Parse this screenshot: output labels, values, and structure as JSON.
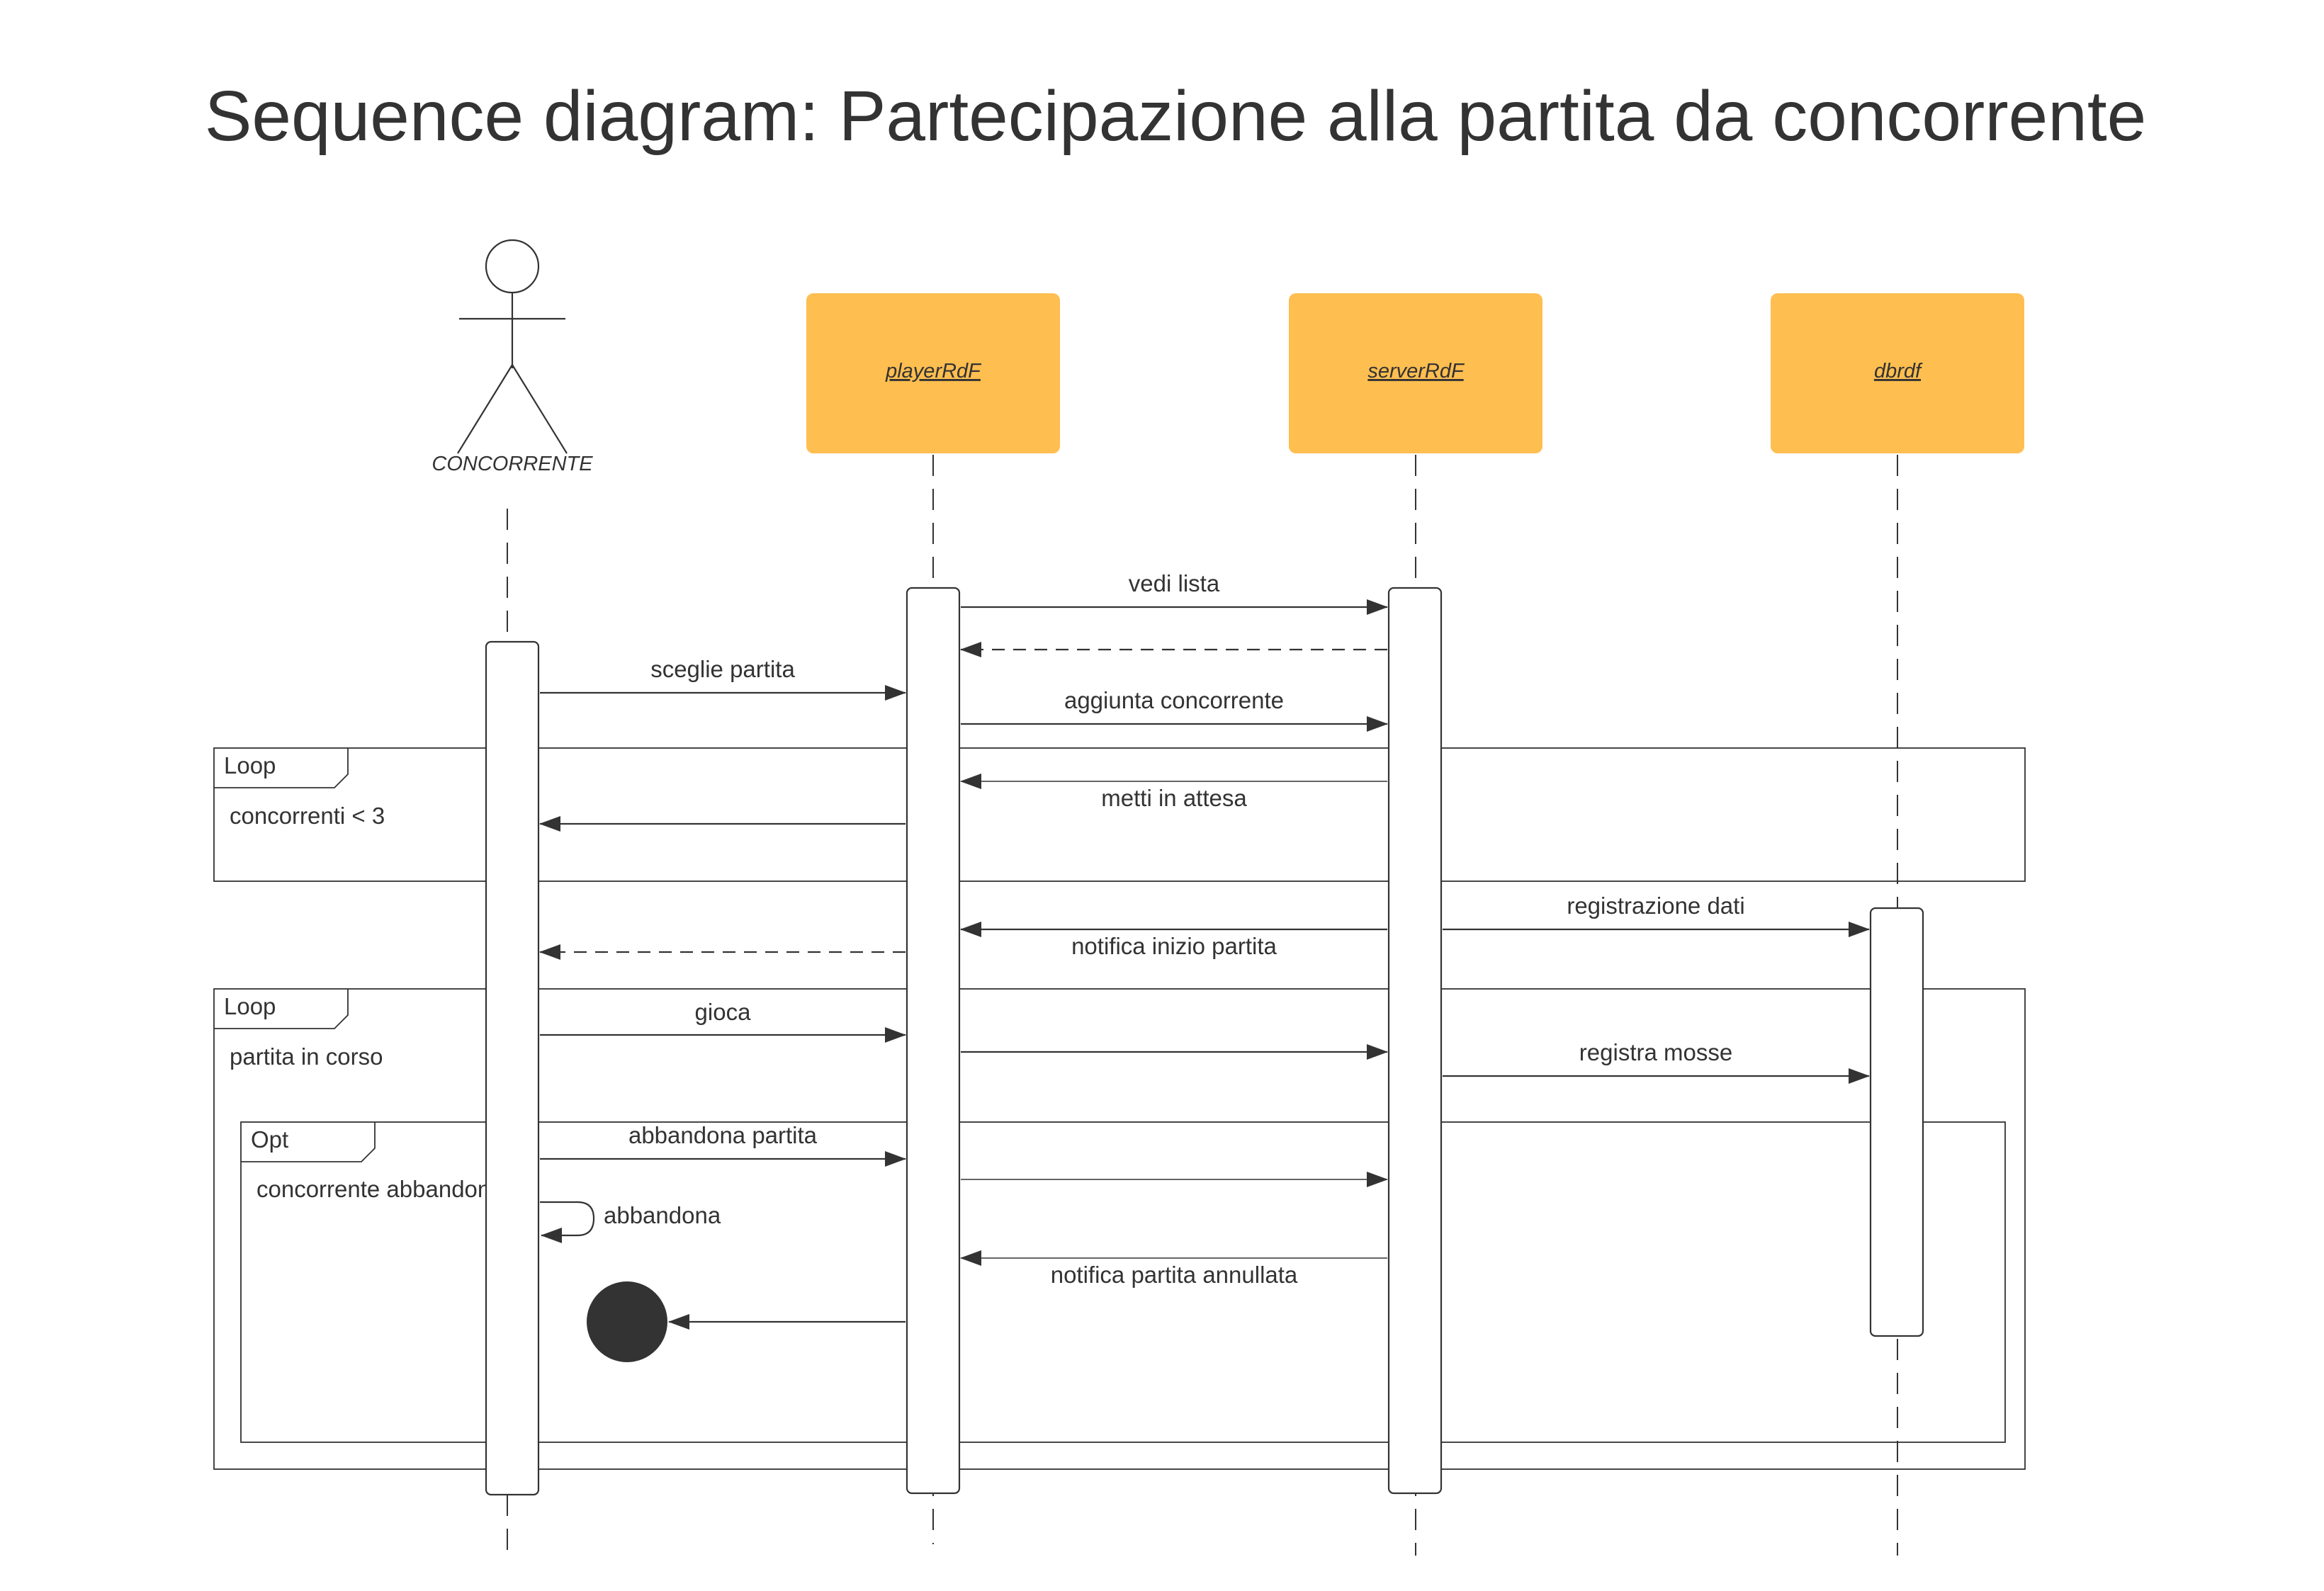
{
  "title": "Sequence diagram: Partecipazione alla partita da concorrente",
  "colors": {
    "participant_fill": "#FFBE50",
    "ink": "#333333",
    "background": "#FFFFFF"
  },
  "actor": {
    "label": "CONCORRENTE"
  },
  "participants": [
    {
      "id": "player",
      "label": "playerRdF"
    },
    {
      "id": "server",
      "label": "serverRdF"
    },
    {
      "id": "db",
      "label": "dbrdf"
    }
  ],
  "frames": [
    {
      "id": "loop1",
      "kind": "Loop",
      "guard": "concorrenti < 3"
    },
    {
      "id": "loop2",
      "kind": "Loop",
      "guard": "partita in corso"
    },
    {
      "id": "opt1",
      "kind": "Opt",
      "guard": "concorrente abbandona"
    }
  ],
  "messages": [
    {
      "id": "m1",
      "from": "player",
      "to": "server",
      "label": "vedi lista",
      "style": "sync"
    },
    {
      "id": "m2",
      "from": "server",
      "to": "player",
      "label": "",
      "style": "reply"
    },
    {
      "id": "m3",
      "from": "actor",
      "to": "player",
      "label": "sceglie partita",
      "style": "sync"
    },
    {
      "id": "m4",
      "from": "player",
      "to": "server",
      "label": "aggiunta concorrente",
      "style": "sync"
    },
    {
      "id": "m5",
      "from": "server",
      "to": "player",
      "label": "metti in attesa",
      "style": "sync"
    },
    {
      "id": "m6",
      "from": "player",
      "to": "actor",
      "label": "",
      "style": "sync"
    },
    {
      "id": "m7",
      "from": "server",
      "to": "db",
      "label": "registrazione dati",
      "style": "sync"
    },
    {
      "id": "m8",
      "from": "server",
      "to": "player",
      "label": "notifica inizio partita",
      "style": "sync"
    },
    {
      "id": "m9",
      "from": "player",
      "to": "actor",
      "label": "",
      "style": "reply"
    },
    {
      "id": "m10",
      "from": "actor",
      "to": "player",
      "label": "gioca",
      "style": "sync"
    },
    {
      "id": "m11",
      "from": "player",
      "to": "server",
      "label": "",
      "style": "sync"
    },
    {
      "id": "m12",
      "from": "server",
      "to": "db",
      "label": "registra mosse",
      "style": "sync"
    },
    {
      "id": "m13",
      "from": "actor",
      "to": "player",
      "label": "abbandona partita",
      "style": "sync"
    },
    {
      "id": "m14",
      "from": "player",
      "to": "server",
      "label": "",
      "style": "sync"
    },
    {
      "id": "m15",
      "from": "actor",
      "to": "actor",
      "label": "abbandona",
      "style": "self"
    },
    {
      "id": "m16",
      "from": "server",
      "to": "player",
      "label": "notifica partita annullata",
      "style": "sync"
    },
    {
      "id": "m17",
      "from": "player",
      "to": "terminator",
      "label": "",
      "style": "sync"
    }
  ]
}
